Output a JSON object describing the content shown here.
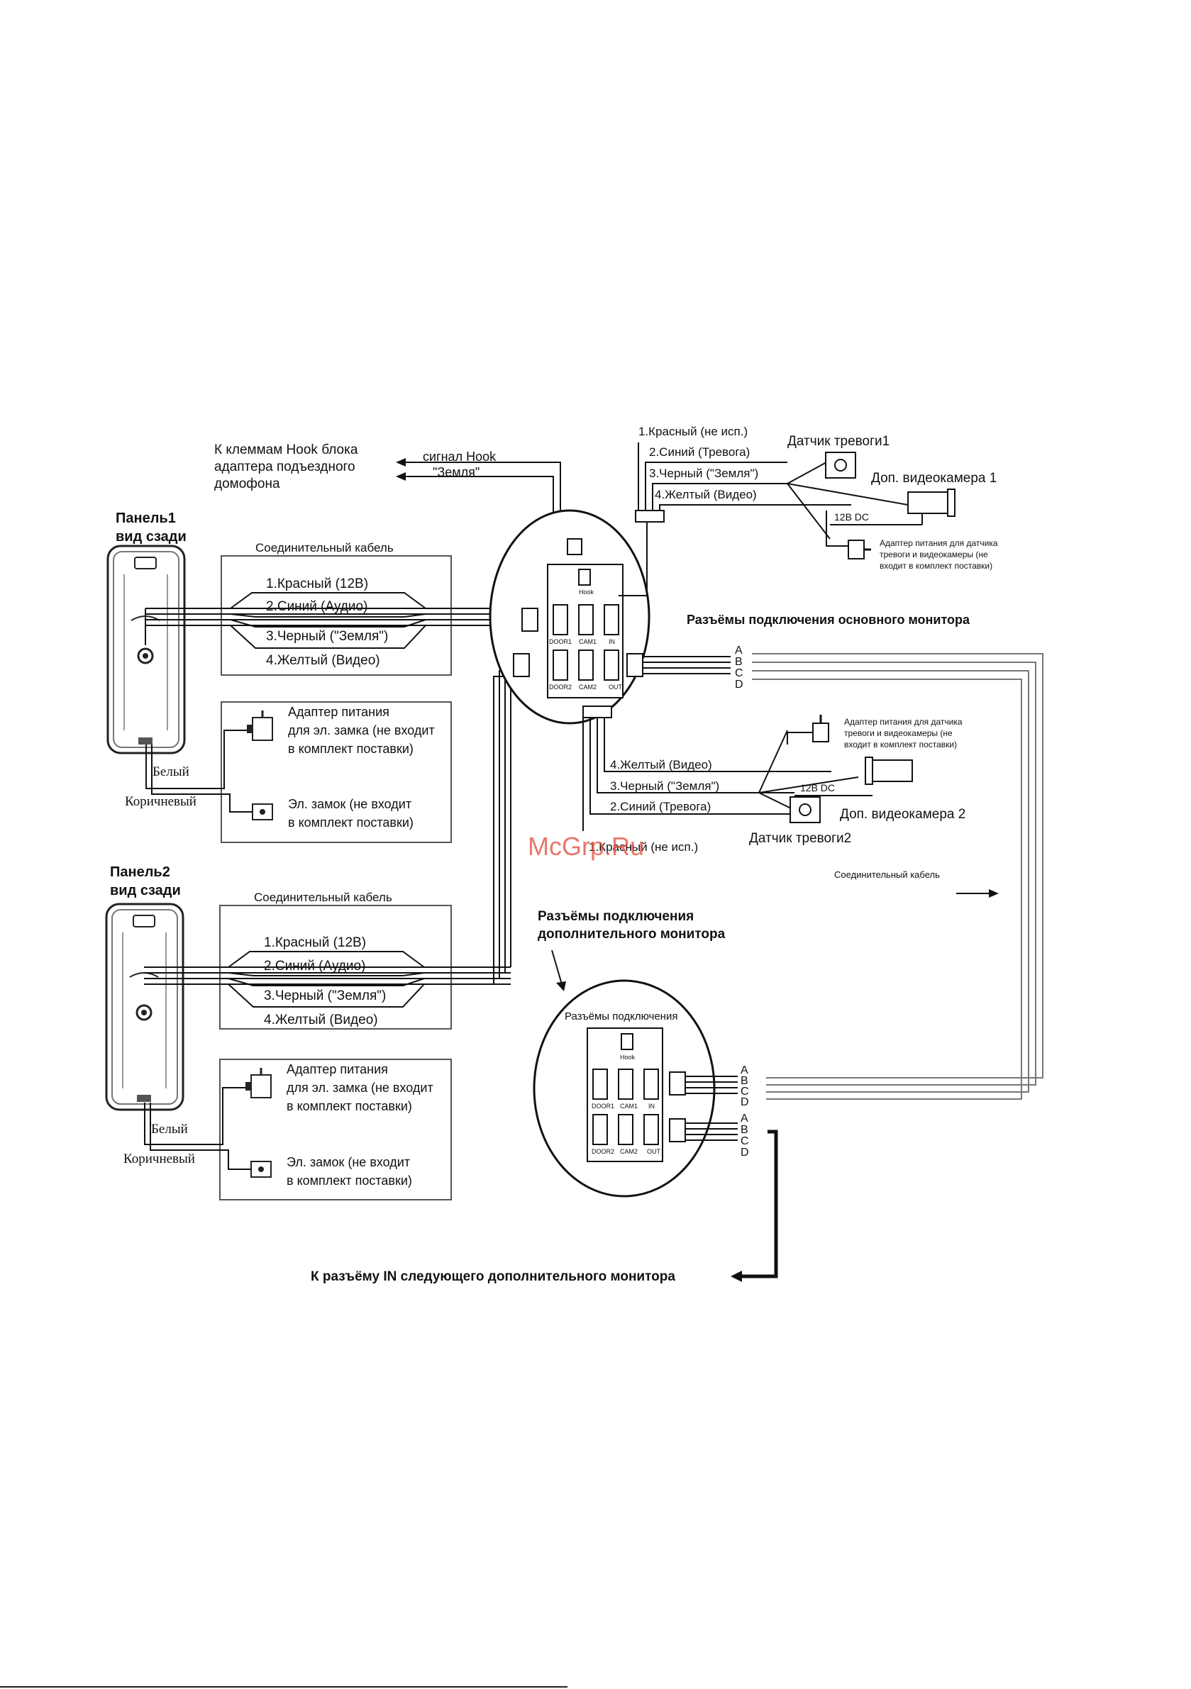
{
  "watermark": "McGrp.Ru",
  "hook_block": {
    "line1": "К клеммам Hook блока",
    "line2": "адаптера подъездного",
    "line3": "домофона",
    "signal_hook": "сигнал Hook",
    "ground": "\"Земля\""
  },
  "panel1": {
    "title": "Панель1",
    "subtitle": "вид сзади"
  },
  "panel2": {
    "title": "Панель2",
    "subtitle": "вид сзади"
  },
  "cable1": {
    "title": "Соединительный кабель",
    "wires": [
      "1.Красный (12В)",
      "2.Синий (Аудио)",
      "3.Черный (\"Земля\")",
      "4.Желтый (Видео)"
    ]
  },
  "cable2": {
    "title": "Соединительный кабель",
    "wires": [
      "1.Красный (12В)",
      "2.Синий (Аудио)",
      "3.Черный (\"Земля\")",
      "4.Желтый (Видео)"
    ]
  },
  "lock_adapter1": {
    "line1": "Адаптер питания",
    "line2": "для эл. замка (не входит",
    "line3": "в комплект поставки)"
  },
  "lock1": {
    "line1": "Эл. замок (не входит",
    "line2": "в комплект поставки)"
  },
  "lock_adapter2": {
    "line1": "Адаптер питания",
    "line2": "для эл. замка (не входит",
    "line3": "в комплект поставки)"
  },
  "lock2": {
    "line1": "Эл. замок (не входит",
    "line2": "в комплект поставки)"
  },
  "wire_white": "Белый",
  "wire_brown": "Коричневый",
  "alarm_group1": {
    "wires": [
      "1.Красный (не исп.)",
      "2.Синий (Тревога)",
      "3.Черный (\"Земля\")",
      "4.Желтый (Видео)"
    ],
    "sensor": "Датчик тревоги1",
    "camera": "Доп. видеокамера 1",
    "dc": "12В DC",
    "adapter": [
      "Адаптер питания для датчика",
      "тревоги и видеокамеры (не",
      "входит в комплект поставки)"
    ]
  },
  "alarm_group2": {
    "wires": [
      "4.Желтый (Видео)",
      "3.Черный (\"Земля\")",
      "2.Синий (Тревога)",
      "1.Красный (не исп.)"
    ],
    "sensor": "Датчик тревоги2",
    "camera": "Доп. видеокамера 2",
    "dc": "12В DC",
    "adapter": [
      "Адаптер питания для датчика",
      "тревоги и видеокамеры (не",
      "входит в комплект поставки)"
    ]
  },
  "main_monitor_label": "Разъёмы подключения основного монитора",
  "connectors": {
    "hook": "Hook",
    "door1": "DOOR1",
    "cam1": "CAM1",
    "in": "IN",
    "door2": "DOOR2",
    "cam2": "CAM2",
    "out": "OUT"
  },
  "abcd": [
    "A",
    "B",
    "C",
    "D"
  ],
  "extra_cable_label": "Соединительный кабель",
  "extra_monitor_label": {
    "line1": "Разъёмы подключения",
    "line2": "дополнительного монитора"
  },
  "extra_monitor_inner": "Разъёмы подключения",
  "next_monitor": "К разъёму IN следующего дополнительного монитора"
}
